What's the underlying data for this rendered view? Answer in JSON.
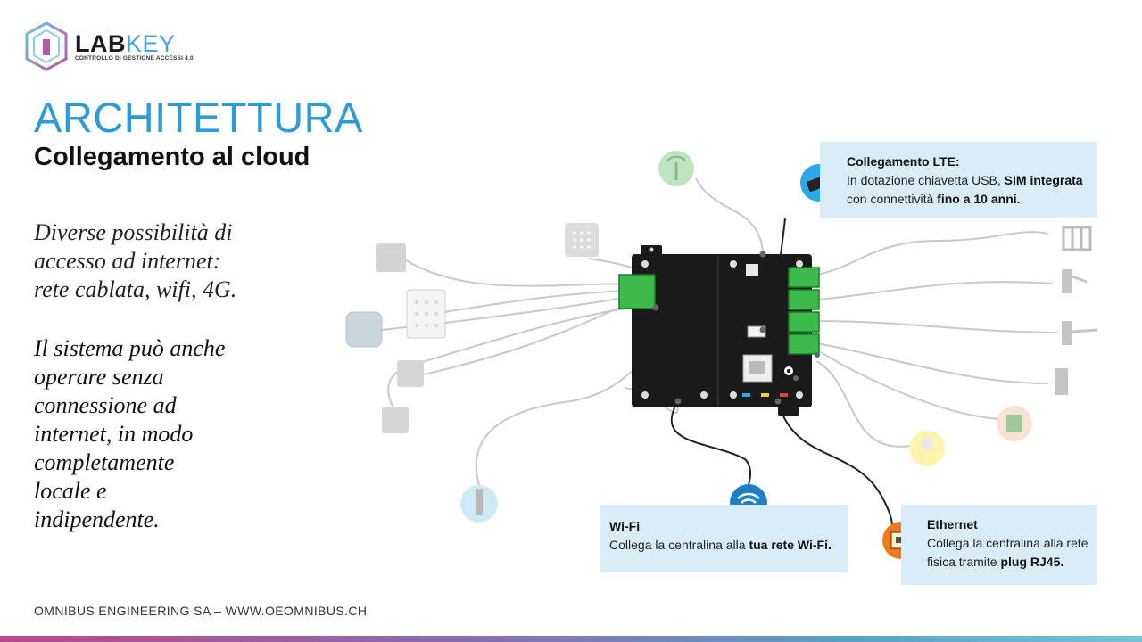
{
  "brand": {
    "lab": "LAB",
    "key": "KEY",
    "tagline": "CONTROLLO DI GESTIONE ACCESSI 4.0"
  },
  "title": "ARCHITETTURA",
  "subtitle": "Collegamento al cloud",
  "paragraph1": "Diverse possibilità di\naccesso ad internet:\nrete cablata, wifi, 4G.",
  "paragraph2": "Il sistema può anche\noperare senza\nconnessione ad\ninternet, in modo\ncompletamente\nlocale e\nindipendente.",
  "lte": {
    "heading": "Collegamento LTE:",
    "line1_pre": "In dotazione chiavetta USB, ",
    "line1_bold": "SIM integrata",
    "line2_pre": "con connettività ",
    "line2_bold": "fino a 10 anni."
  },
  "wifi": {
    "heading": "Wi-Fi",
    "line_pre": "Collega la centralina alla ",
    "line_bold": "tua rete  Wi-Fi."
  },
  "ethernet": {
    "heading": "Ethernet",
    "line1": "Collega la centralina alla rete",
    "line2_pre": "fisica tramite ",
    "line2_bold": "plug RJ45."
  },
  "footer": "OMNIBUS ENGINEERING SA – WWW.OEOMNIBUS.CH",
  "colors": {
    "title_blue": "#2f9ad9",
    "box_bg": "#d9edf8",
    "connector_green": "#3dbb4a",
    "device_black": "#1a1a1a",
    "ethernet_orange": "#f07a1a",
    "wifi_blue": "#1e7fc8",
    "lte_blue": "#2aa9e6"
  },
  "icons": [
    "labkey-logo-icon",
    "antenna-icon",
    "usb-dongle-icon",
    "wifi-icon",
    "ethernet-port-icon",
    "keypad-icon",
    "reader-icon",
    "gate-icon",
    "turnstile-icon",
    "barrier-icon",
    "door-icon",
    "lightbulb-icon",
    "relay-board-icon",
    "sensor-icon"
  ]
}
